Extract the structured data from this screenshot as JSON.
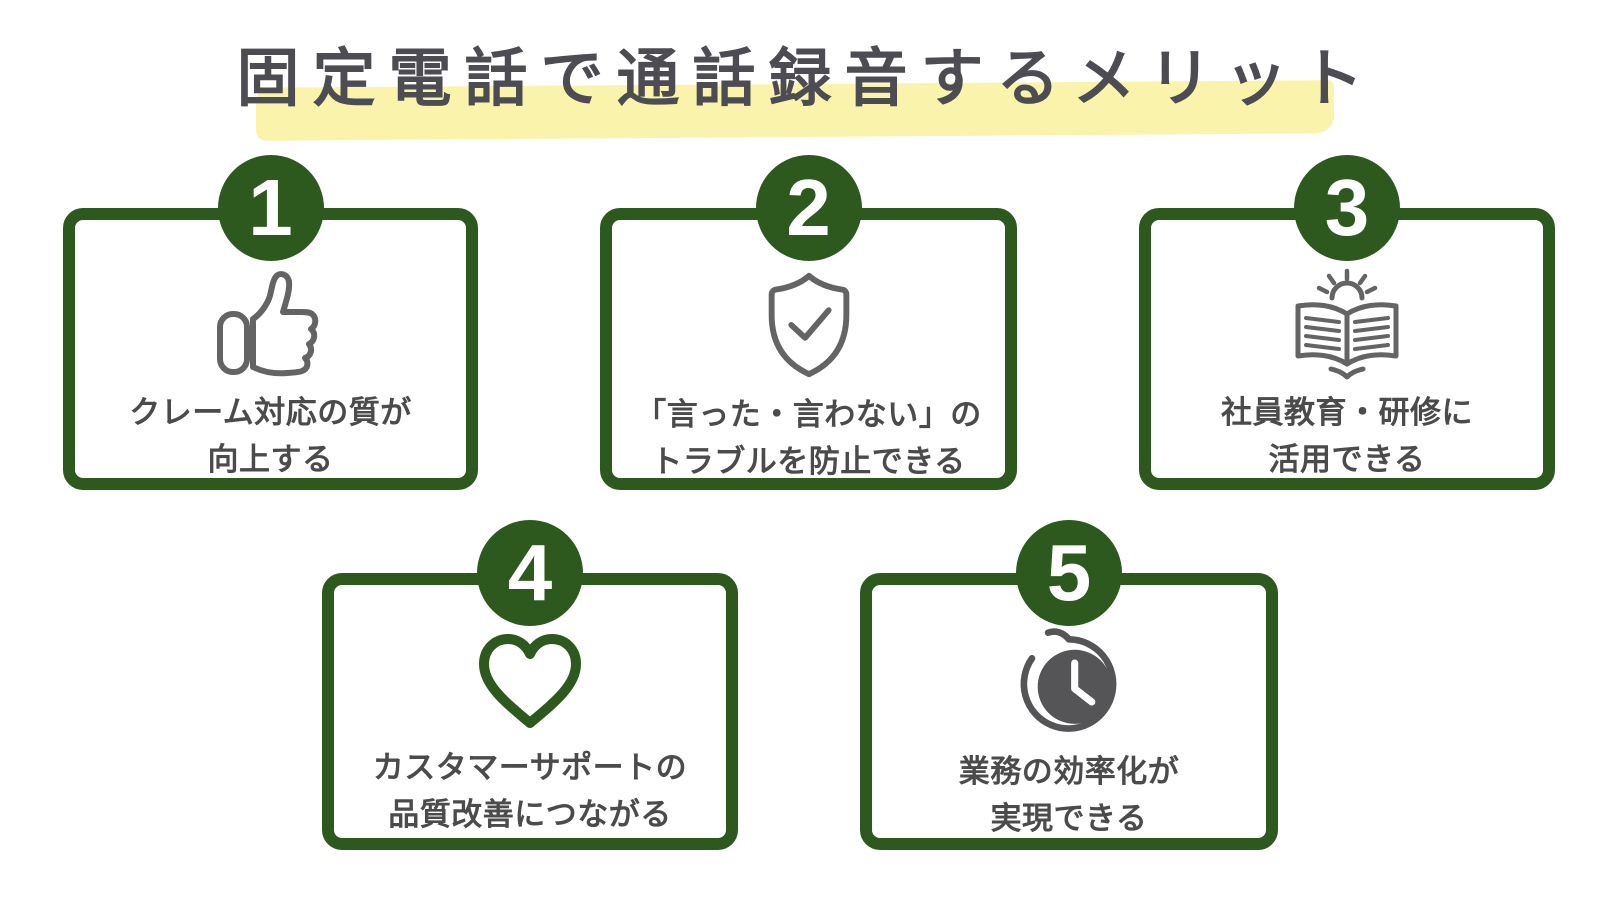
{
  "title": {
    "text": "固定電話で通話録音するメリット",
    "highlight_color": "#f9f3ab",
    "text_color": "#4c4c52"
  },
  "theme": {
    "green": "#2d591e",
    "icon_gray": "#646464",
    "timer_gray": "#555557",
    "card_text_color": "#4b4b4b",
    "background": "#ffffff",
    "badge_number_color": "#ffffff"
  },
  "cards": [
    {
      "number": "1",
      "icon": "thumbs-up-icon",
      "label_line1": "クレーム対応の質が",
      "label_line2": "向上する"
    },
    {
      "number": "2",
      "icon": "shield-check-icon",
      "label_line1": "「言った・言わない」の",
      "label_line2": "トラブルを防止できる"
    },
    {
      "number": "3",
      "icon": "open-book-sun-icon",
      "label_line1": "社員教育・研修に",
      "label_line2": "活用できる"
    },
    {
      "number": "4",
      "icon": "heart-icon",
      "label_line1": "カスタマーサポートの",
      "label_line2": "品質改善につながる"
    },
    {
      "number": "5",
      "icon": "timer-icon",
      "label_line1": "業務の効率化が",
      "label_line2": "実現できる"
    }
  ]
}
